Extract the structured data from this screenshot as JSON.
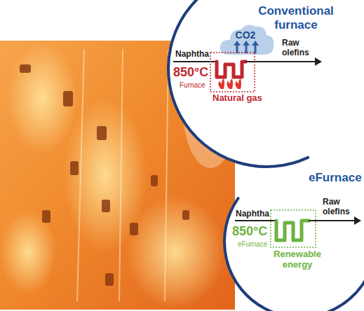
{
  "diagram": {
    "nodes": [
      {
        "text": [
          "Conventional furnace"
        ]
      },
      {
        "text": [
          "Natural gas"
        ],
        "in": 0
      },
      {
        "text": [
          "eFurnace"
        ]
      },
      {
        "text": [
          "Renewable energy"
        ],
        "in": 2
      }
    ],
    "labels": [
      "CO2",
      "Naphtha",
      "850°C",
      "Furnace",
      "Raw olefins",
      "Naphtha",
      "850°C",
      "eFurnace",
      "Raw olefins"
    ]
  }
}
